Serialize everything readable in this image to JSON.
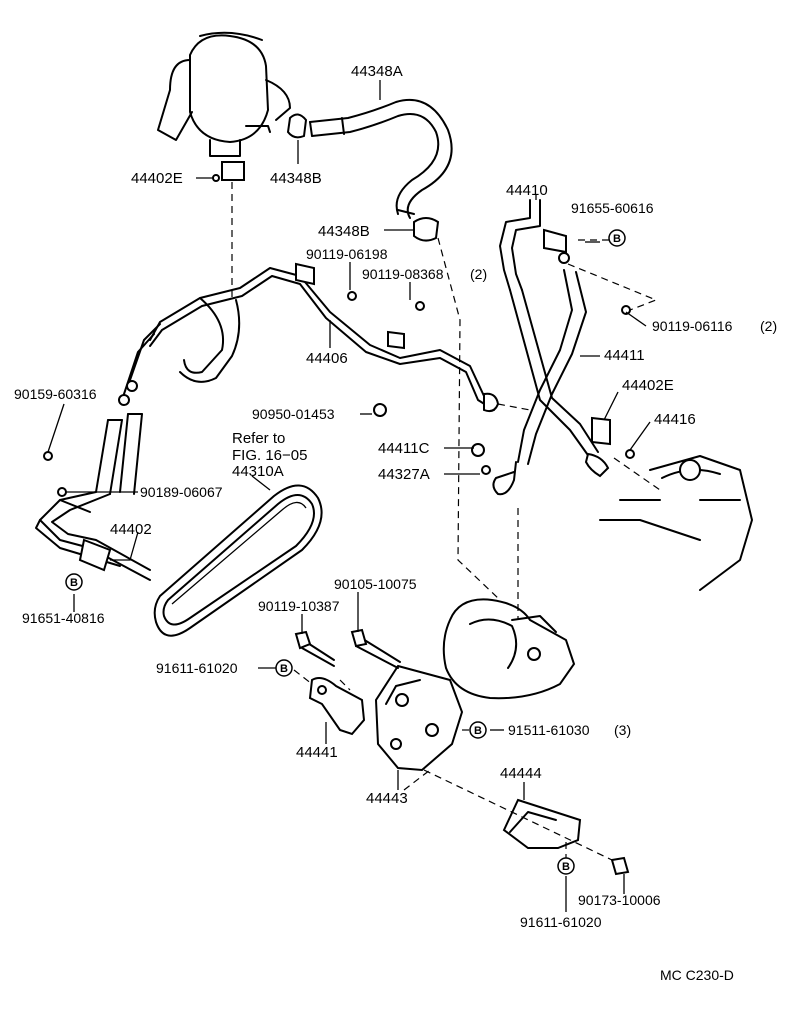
{
  "labels": {
    "p44348A": "44348A",
    "p44402E_top": "44402E",
    "p44348B_top": "44348B",
    "p44348B_mid": "44348B",
    "p90119_06198": "90119-06198",
    "p90119_08368": "90119-08368",
    "p90119_08368_qty": "(2)",
    "p44406": "44406",
    "p44410": "44410",
    "p91655_60616": "91655-60616",
    "p90119_06116": "90119-06116",
    "p90119_06116_qty": "(2)",
    "p44411": "44411",
    "p44402E_right": "44402E",
    "p44416": "44416",
    "p90159_60316": "90159-60316",
    "p90950_01453": "90950-01453",
    "refer_line1": "Refer to",
    "refer_line2": "FIG. 16−05",
    "p44310A": "44310A",
    "p44411C": "44411C",
    "p44327A": "44327A",
    "p90189_06067": "90189-06067",
    "p44402": "44402",
    "p91651_40816": "91651-40816",
    "p90105_10075": "90105-10075",
    "p90119_10387": "90119-10387",
    "p91611_61020_left": "91611-61020",
    "p91511_61030": "91511-61030",
    "p91511_61030_qty": "(3)",
    "p44441": "44441",
    "p44443": "44443",
    "p44444": "44444",
    "p90173_10006": "90173-10006",
    "p91611_61020_bottom": "91611-61020",
    "badge": "B",
    "diagram_code": "MC C230-D"
  }
}
